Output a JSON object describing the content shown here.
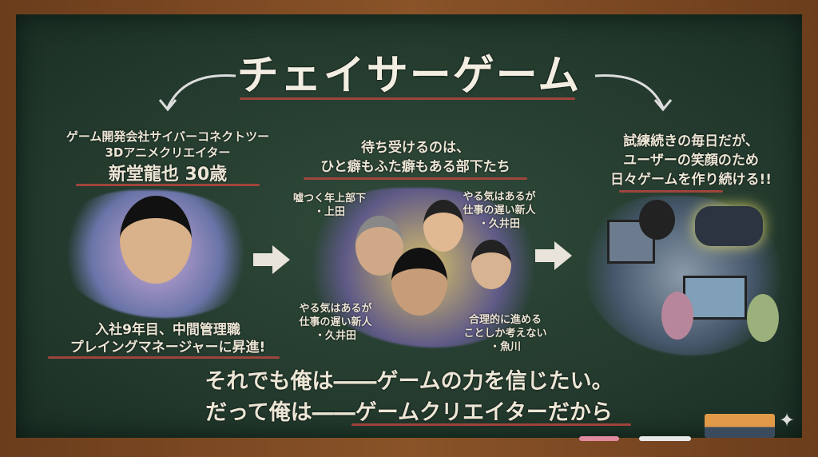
{
  "title": "チェイサーゲーム",
  "left": {
    "line1": "ゲーム開発会社サイバーコネクトツー",
    "line2": "3Dアニメクリエイター",
    "name": "新堂龍也 30歳",
    "bottom1": "入社9年目、中間管理職",
    "bottom2": "プレイングマネージャーに昇進!"
  },
  "middle": {
    "line1": "待ち受けるのは、",
    "line2": "ひと癖もふた癖もある部下たち",
    "labels": [
      {
        "l1": "嘘つく年上部下",
        "l2": "・上田"
      },
      {
        "l1": "やる気はあるが",
        "l2": "仕事の遅い新人",
        "l3": "・久井田"
      },
      {
        "l1": "やる気はあるが",
        "l2": "仕事の遅い新人",
        "l3": "・久井田"
      },
      {
        "l1": "合理的に進める",
        "l2": "ことしか考えない",
        "l3": "・魚川"
      }
    ]
  },
  "right": {
    "line1": "試練続きの毎日だが、",
    "line2": "ユーザーの笑顔のため",
    "line3": "日々ゲームを作り続ける!!"
  },
  "bottom": {
    "line1": "それでも俺は――ゲームの力を信じたい。",
    "line2": "だって俺は――ゲームクリエイターだから"
  },
  "colors": {
    "board": "#22382c",
    "chalk": "#ece6d6",
    "accent": "#b5463e",
    "frame": "#7a4a22"
  }
}
